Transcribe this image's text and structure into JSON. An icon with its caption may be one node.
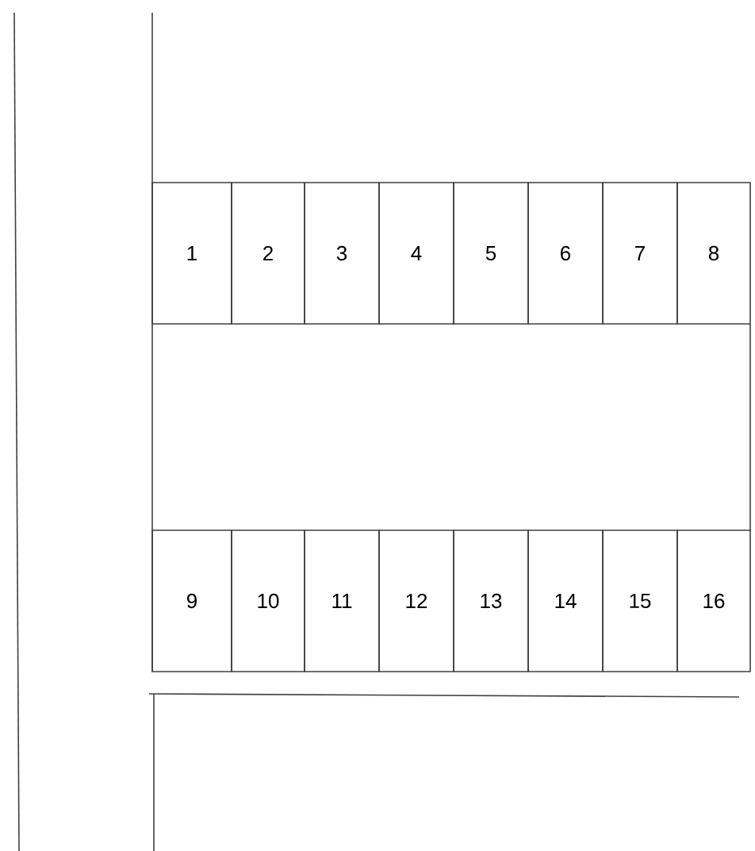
{
  "diagram": {
    "nodes": [
      {
        "text": [
          "1"
        ]
      },
      {
        "text": [
          "2"
        ]
      },
      {
        "text": [
          "3"
        ]
      },
      {
        "text": [
          "4"
        ]
      },
      {
        "text": [
          "5"
        ]
      },
      {
        "text": [
          "6"
        ]
      },
      {
        "text": [
          "7"
        ]
      },
      {
        "text": [
          "8"
        ]
      },
      {
        "text": [
          "9"
        ]
      },
      {
        "text": [
          "10"
        ]
      },
      {
        "text": [
          "11"
        ]
      },
      {
        "text": [
          "12"
        ]
      },
      {
        "text": [
          "13"
        ]
      },
      {
        "text": [
          "14"
        ]
      },
      {
        "text": [
          "15"
        ]
      },
      {
        "text": [
          "16"
        ]
      }
    ]
  }
}
